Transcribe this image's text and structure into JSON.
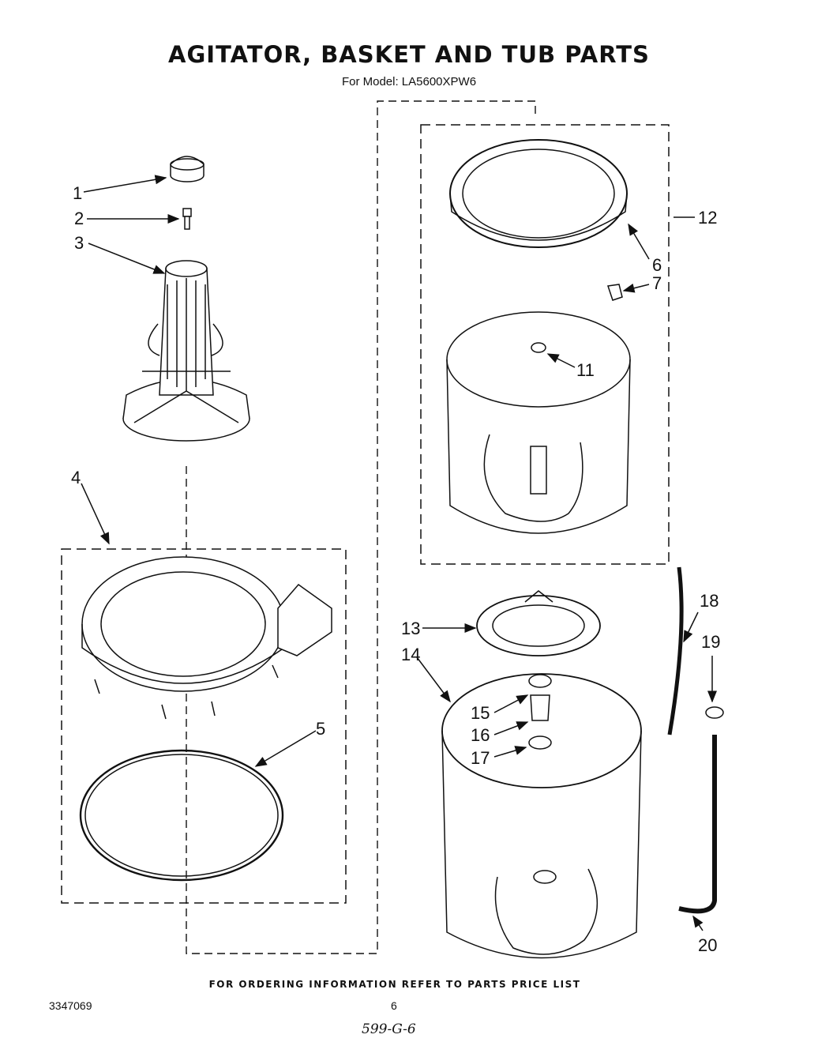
{
  "header": {
    "title": "AGITATOR, BASKET AND TUB PARTS",
    "subtitle": "For Model: LA5600XPW6"
  },
  "callouts": {
    "c1": "1",
    "c2": "2",
    "c3": "3",
    "c4": "4",
    "c5": "5",
    "c6": "6",
    "c7": "7",
    "c11": "11",
    "c12": "12",
    "c13": "13",
    "c14": "14",
    "c15": "15",
    "c16": "16",
    "c17": "17",
    "c18": "18",
    "c19": "19",
    "c20": "20"
  },
  "footer": {
    "ordering_note": "FOR ORDERING INFORMATION REFER TO PARTS PRICE LIST",
    "document_number": "3347069",
    "page_number": "6",
    "handwritten_code": "599-G-6"
  }
}
